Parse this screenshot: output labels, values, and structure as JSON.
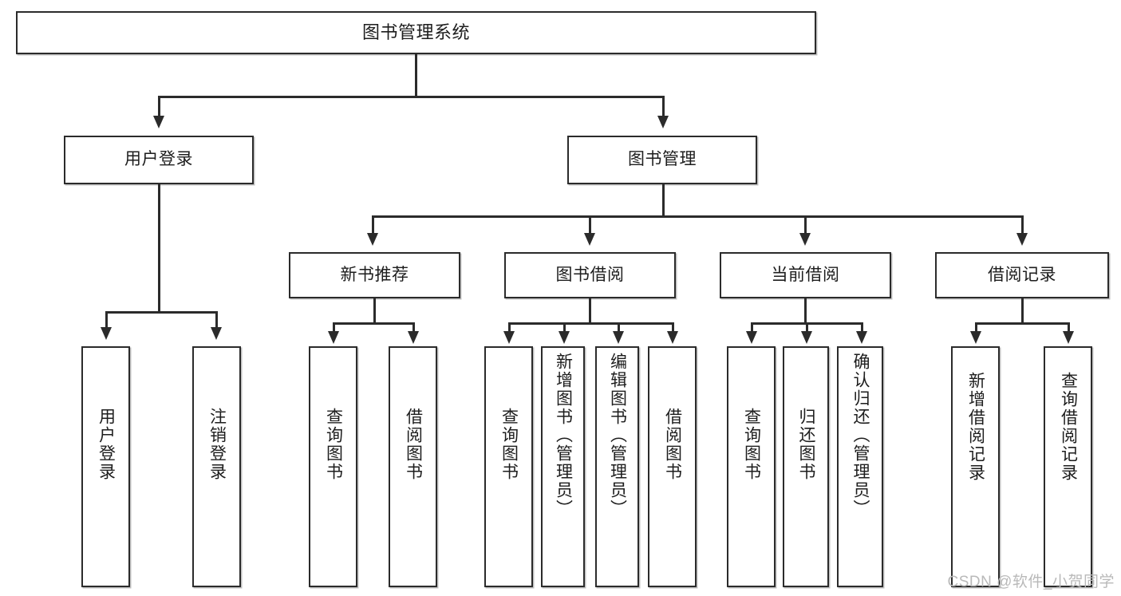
{
  "diagram": {
    "title": "图书管理系统",
    "type": "hierarchy-tree",
    "watermark": "CSDN @软件_小贺同学",
    "colors": {
      "stroke": "#2b2b2b",
      "fill": "#ffffff",
      "text": "#1d1d1d",
      "watermark": "#b9b9b9"
    },
    "nodes": {
      "root": {
        "label": "图书管理系统"
      },
      "level2": [
        {
          "label": "用户登录"
        },
        {
          "label": "图书管理"
        }
      ],
      "level3": [
        {
          "label": "新书推荐"
        },
        {
          "label": "图书借阅"
        },
        {
          "label": "当前借阅"
        },
        {
          "label": "借阅记录"
        }
      ],
      "leaves": {
        "user_login": [
          {
            "label": "用户登录"
          },
          {
            "label": "注销登录"
          }
        ],
        "new_book_recommend": [
          {
            "label": "查询图书"
          },
          {
            "label": "借阅图书"
          }
        ],
        "book_borrow": [
          {
            "label": "查询图书"
          },
          {
            "label": "新增图书（管理员）"
          },
          {
            "label": "编辑图书（管理员）"
          },
          {
            "label": "借阅图书"
          }
        ],
        "current_borrow": [
          {
            "label": "查询图书"
          },
          {
            "label": "归还图书"
          },
          {
            "label": "确认归还（管理员）"
          }
        ],
        "borrow_record": [
          {
            "label": "新增借阅记录"
          },
          {
            "label": "查询借阅记录"
          }
        ]
      }
    }
  }
}
